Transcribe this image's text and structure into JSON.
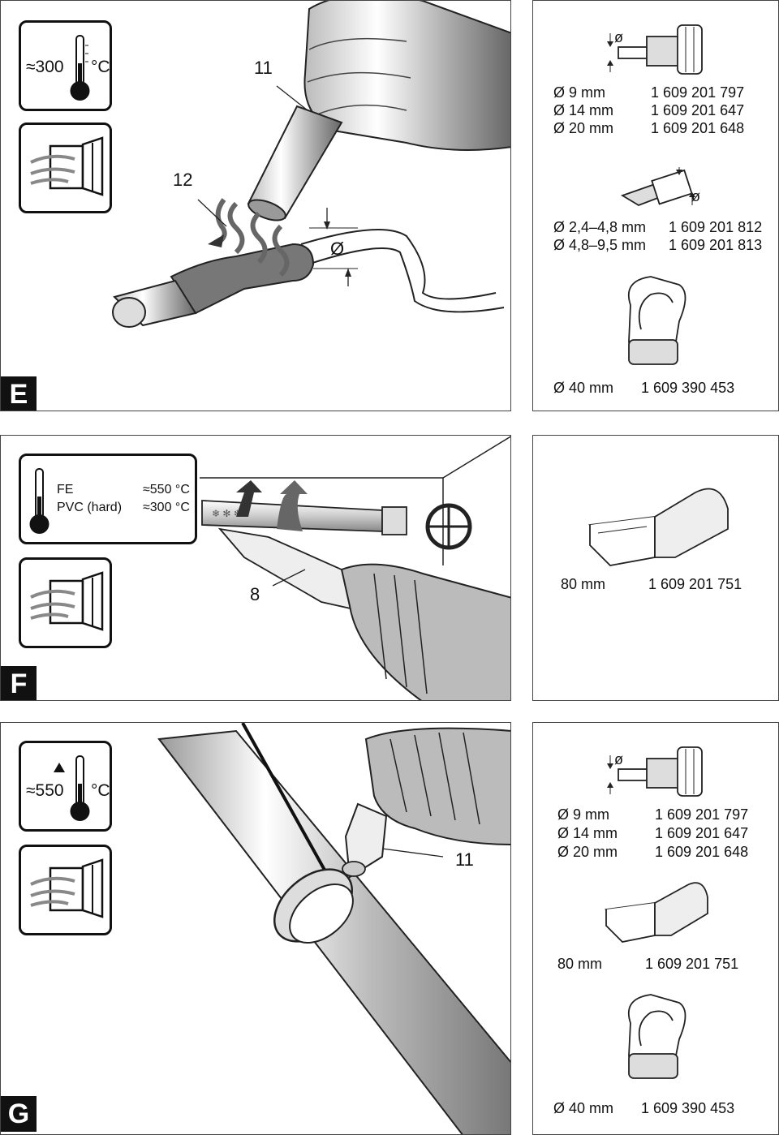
{
  "sections": {
    "e": "E",
    "f": "F",
    "g": "G"
  },
  "temp_e": "≈300",
  "temp_g": "≈550",
  "deg_unit": "°C",
  "callouts": {
    "e_11": "11",
    "e_12": "12",
    "e_dia": "Ø",
    "f_8": "8",
    "g_11": "11"
  },
  "dia_symbol": "ø",
  "materials": [
    {
      "name": "FE",
      "temp": "≈550 °C"
    },
    {
      "name": "PVC (hard)",
      "temp": "≈300 °C"
    }
  ],
  "reducer_nozzles": [
    {
      "size": "Ø   9 mm",
      "part": "1 609 201 797"
    },
    {
      "size": "Ø  14 mm",
      "part": "1 609 201 647"
    },
    {
      "size": "Ø  20 mm",
      "part": "1 609 201 648"
    }
  ],
  "flat_nozzles_e": [
    {
      "size": "Ø 2,4–4,8 mm",
      "part": "1 609 201 812"
    },
    {
      "size": "Ø 4,8–9,5 mm",
      "part": "1 609 201 813"
    }
  ],
  "reflector_nozzle": {
    "size": "Ø 40 mm",
    "part": "1 609 390 453"
  },
  "wide_nozzle": {
    "size": "80 mm",
    "part": "1 609 201 751"
  }
}
